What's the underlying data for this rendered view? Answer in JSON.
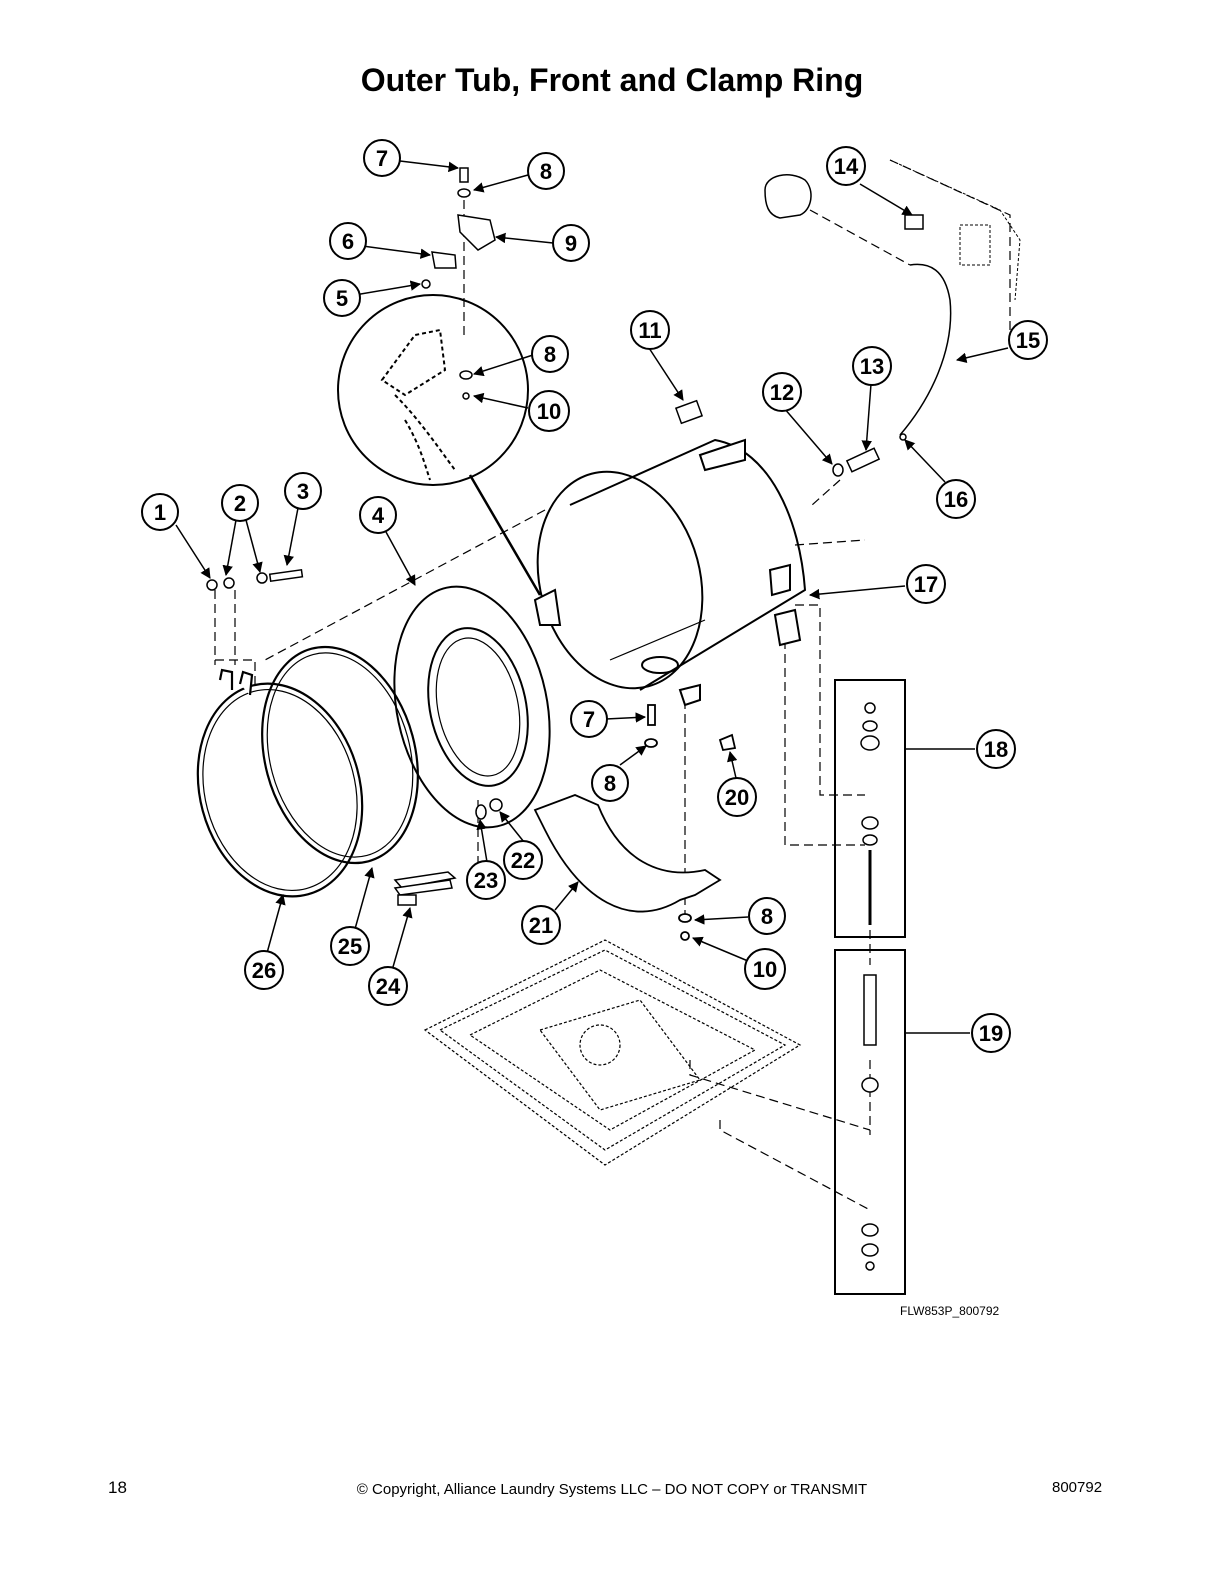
{
  "title": "Outer Tub, Front and Clamp Ring",
  "figure_code": "FLW853P_800792",
  "footer": {
    "page_number": "18",
    "copyright": "© Copyright, Alliance Laundry Systems LLC – DO NOT COPY or TRANSMIT",
    "document_number": "800792"
  },
  "callouts": [
    "1",
    "2",
    "3",
    "4",
    "5",
    "6",
    "7",
    "8",
    "9",
    "10",
    "11",
    "12",
    "13",
    "14",
    "15",
    "16",
    "17",
    "18",
    "19",
    "20",
    "21",
    "22",
    "23",
    "24",
    "25",
    "26"
  ]
}
